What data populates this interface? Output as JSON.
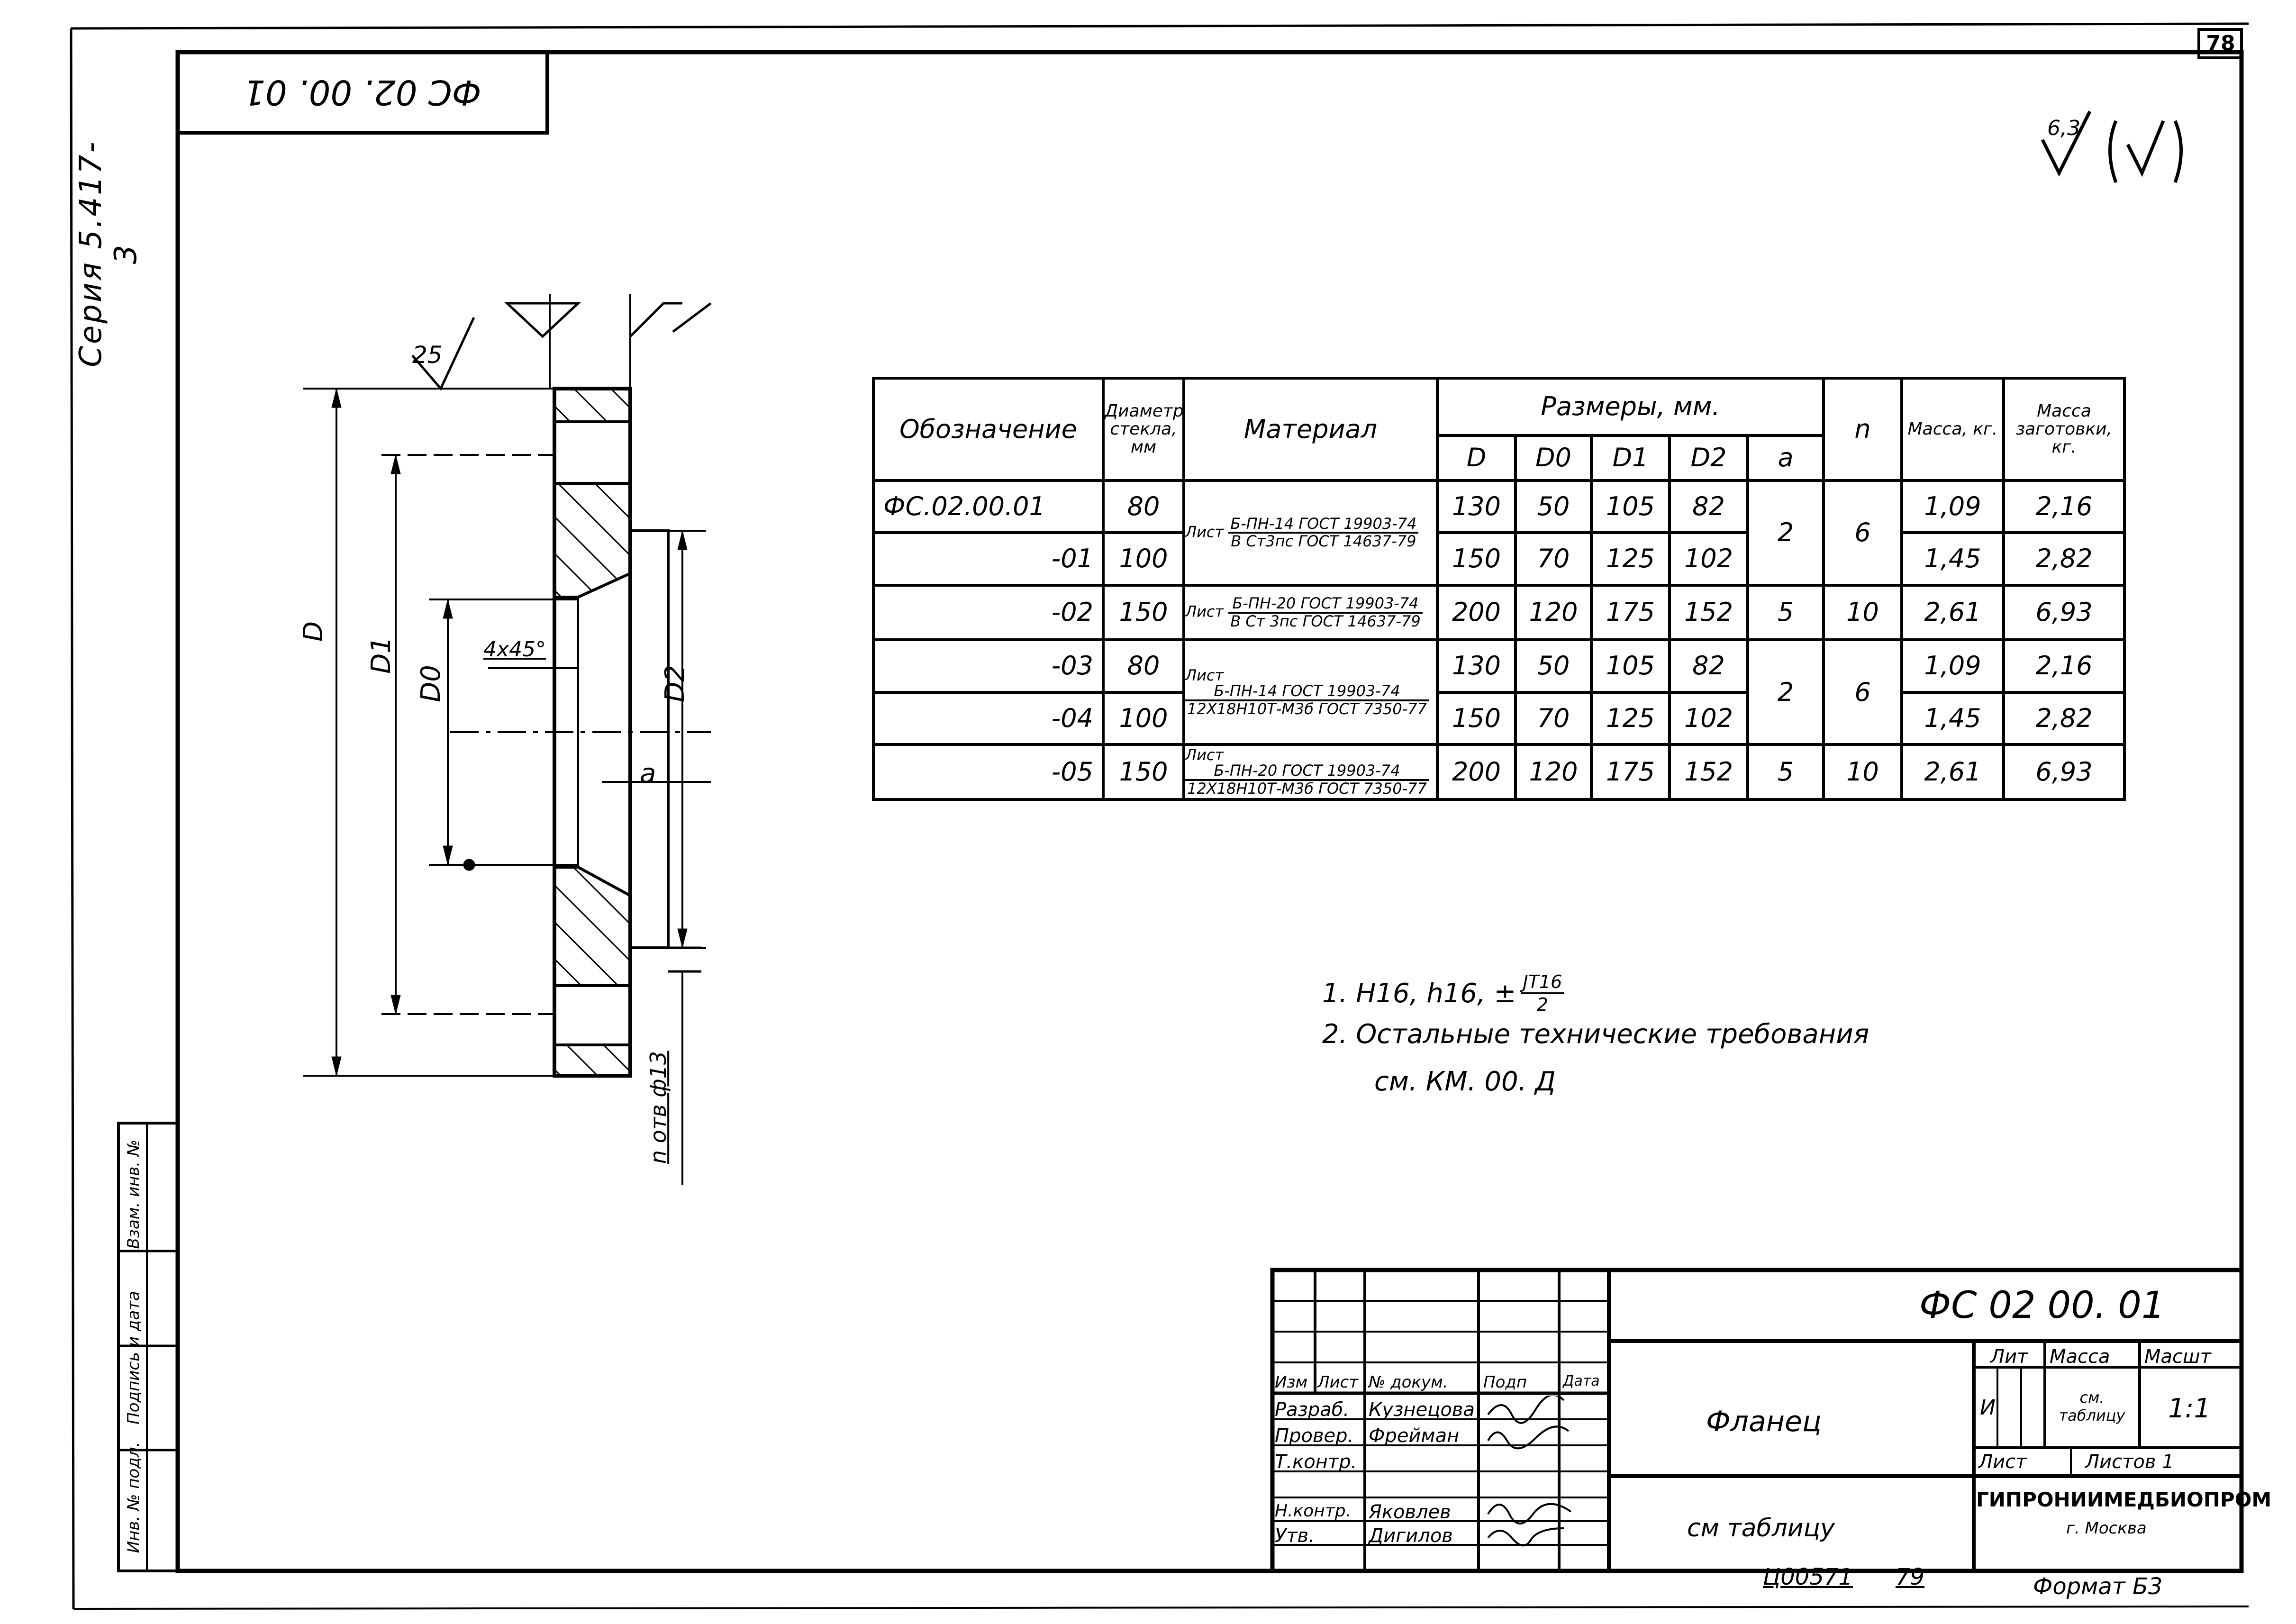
{
  "series_label": "Серия 5.417-3",
  "top_stamp": "ФС 02. 00. 01",
  "sheet_corner": "78",
  "roughness_sign": "6,3/(√)",
  "drawing_labels": {
    "roughness_25": "25",
    "D": "D",
    "D1": "D1",
    "D0": "D0",
    "D2": "D2",
    "chamfer": "4x45°",
    "a": "a",
    "holes": "n отв ф13"
  },
  "table": {
    "headers": {
      "designation": "Обозначение",
      "glass_diameter": "Диаметр стекла, мм",
      "material": "Материал",
      "dimensions": "Размеры, мм.",
      "D": "D",
      "D0": "D0",
      "D1": "D1",
      "D2": "D2",
      "a": "a",
      "n": "n",
      "mass": "Масса, кг.",
      "blank_mass": "Масса заготовки, кг."
    },
    "rows": [
      {
        "designation": "ФС.02.00.01",
        "glass": "80",
        "D": "130",
        "D0": "50",
        "D1": "105",
        "D2": "82",
        "mass": "1,09",
        "blank": "2,16"
      },
      {
        "designation": "-01",
        "glass": "100",
        "D": "150",
        "D0": "70",
        "D1": "125",
        "D2": "102",
        "mass": "1,45",
        "blank": "2,82"
      },
      {
        "designation": "-02",
        "glass": "150",
        "D": "200",
        "D0": "120",
        "D1": "175",
        "D2": "152",
        "a": "5",
        "n": "10",
        "mass": "2,61",
        "blank": "6,93"
      },
      {
        "designation": "-03",
        "glass": "80",
        "D": "130",
        "D0": "50",
        "D1": "105",
        "D2": "82",
        "mass": "1,09",
        "blank": "2,16"
      },
      {
        "designation": "-04",
        "glass": "100",
        "D": "150",
        "D0": "70",
        "D1": "125",
        "D2": "102",
        "mass": "1,45",
        "blank": "2,82"
      },
      {
        "designation": "-05",
        "glass": "150",
        "D": "200",
        "D0": "120",
        "D1": "175",
        "D2": "152",
        "a": "5",
        "n": "10",
        "mass": "2,61",
        "blank": "6,93"
      }
    ],
    "group1": {
      "a": "2",
      "n": "6"
    },
    "group2": {
      "a": "2",
      "n": "6"
    },
    "materials": [
      {
        "prefix": "Лист",
        "top": "Б-ПН-14 ГОСТ 19903-74",
        "bottom": "В Ст3пс ГОСТ 14637-79"
      },
      {
        "prefix": "Лист",
        "top": "Б-ПН-20 ГОСТ 19903-74",
        "bottom": "В Ст 3пс ГОСТ 14637-79"
      },
      {
        "prefix": "Лист",
        "top": "Б-ПН-14 ГОСТ 19903-74",
        "bottom": "12Х18Н10Т-М3б ГОСТ 7350-77"
      },
      {
        "prefix": "Лист",
        "top": "Б-ПН-20 ГОСТ 19903-74",
        "bottom": "12Х18Н10Т-М3б ГОСТ 7350-77"
      }
    ]
  },
  "notes": {
    "line1": "1.  Н16,  h16, ±",
    "line1_frac_top": "JT16",
    "line1_frac_bottom": "2",
    "line2": "2.  Остальные   технические  требования",
    "line3": "см.   КМ. 00. Д"
  },
  "title_block": {
    "code": "ФС 02  00. 01",
    "name": "Фланец",
    "material": "см  таблицу",
    "h_izm": "Изм",
    "h_list": "Лист",
    "h_doc": "№ докум.",
    "h_podp": "Подп",
    "h_data": "Дата",
    "r_razrab": "Разраб.",
    "n_razrab": "Кузнецова",
    "r_prover": "Провер.",
    "n_prover": "Фрейман",
    "r_tkontr": "Т.контр.",
    "r_nkontr": "Н.контр.",
    "n_nkontr": "Яковлев",
    "r_utv": "Утв.",
    "n_utv": "Дигилов",
    "lit": "Лит",
    "massa": "Масса",
    "masht": "Масшт",
    "lit_val": "И",
    "massa_val": "см. таблицу",
    "masht_val": "1:1",
    "sheet": "Лист",
    "sheets": "Листов  1",
    "org": "ГИПРОНИИМЕДБИОПРОМ",
    "city": "г. Москва"
  },
  "side_block": {
    "inv_podl": "Инв. № подл.",
    "podpis": "Подпись и дата",
    "vzam": "Взам. инв. №"
  },
  "bottom": {
    "number": "Ц00571",
    "year": "79",
    "format": "Формат  Б3"
  }
}
